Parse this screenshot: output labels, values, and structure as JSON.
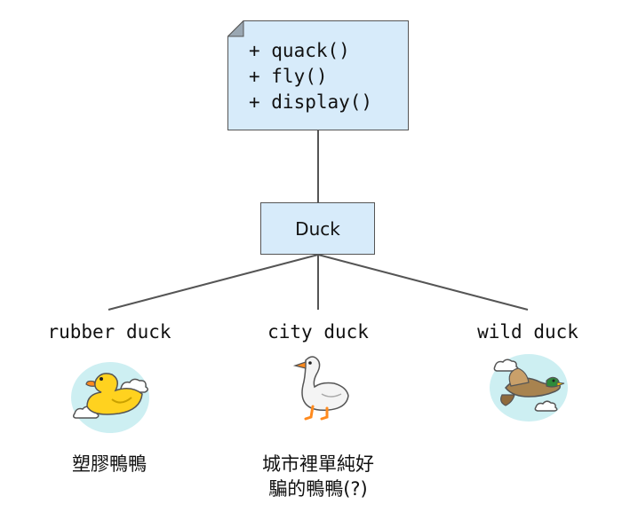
{
  "interface": {
    "methods": [
      "+ quack()",
      "+ fly()",
      "+ display()"
    ]
  },
  "base_class": {
    "name": "Duck"
  },
  "subclasses": [
    {
      "label": "rubber duck",
      "icon": "rubber-duck-icon",
      "caption_lines": [
        "塑膠鴨鴨"
      ]
    },
    {
      "label": "city duck",
      "icon": "goose-icon",
      "caption_lines": [
        "城市裡單純好",
        "騙的鴨鴨(?)"
      ]
    },
    {
      "label": "wild duck",
      "icon": "flying-mallard-icon",
      "caption_lines": []
    }
  ],
  "colors": {
    "box_fill": "#d7ebfa",
    "box_stroke": "#555555",
    "line": "#555555"
  }
}
